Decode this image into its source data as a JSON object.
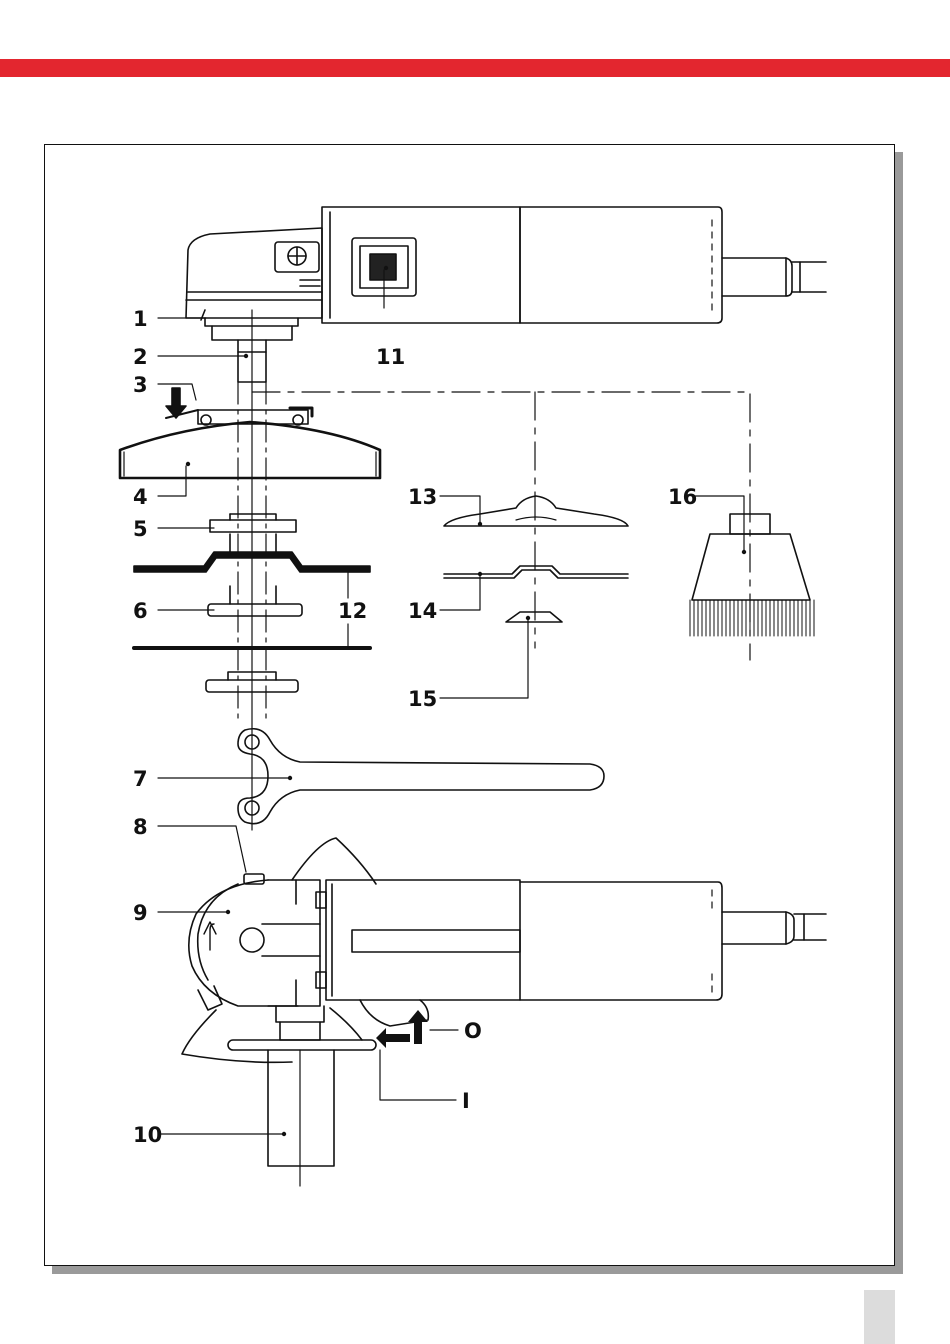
{
  "labels": {
    "l1": "1",
    "l2": "2",
    "l3": "3",
    "l4": "4",
    "l5": "5",
    "l6": "6",
    "l7": "7",
    "l8": "8",
    "l9": "9",
    "l10": "10",
    "l11": "11",
    "l12": "12",
    "l13": "13",
    "l14": "14",
    "l15": "15",
    "l16": "16",
    "lO": "O",
    "lI": "I"
  },
  "colors": {
    "header_bar": "#e3262f",
    "line": "#111111",
    "shadow": "#9a9a9a",
    "page_tab": "#dcdcdc"
  },
  "icons": {
    "push-arrow": "arrow",
    "rotation-direction": "curved-arrow"
  }
}
